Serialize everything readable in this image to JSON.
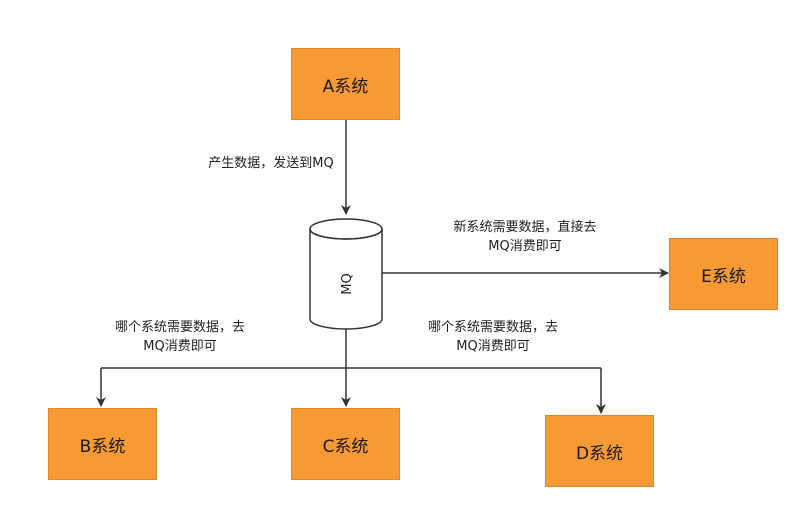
{
  "nodes": {
    "a": "A系统",
    "b": "B系统",
    "c": "C系统",
    "d": "D系统",
    "e": "E系统",
    "mq": "MQ"
  },
  "labels": {
    "a_to_mq": "产生数据，发送到MQ",
    "mq_to_e_line1": "新系统需要数据，直接去",
    "mq_to_e_line2": "MQ消费即可",
    "to_b_line1": "哪个系统需要数据，去",
    "to_b_line2": "MQ消费即可",
    "to_d_line1": "哪个系统需要数据，去",
    "to_d_line2": "MQ消费即可"
  },
  "colors": {
    "box_fill": "#f89a34",
    "line": "#333333"
  }
}
